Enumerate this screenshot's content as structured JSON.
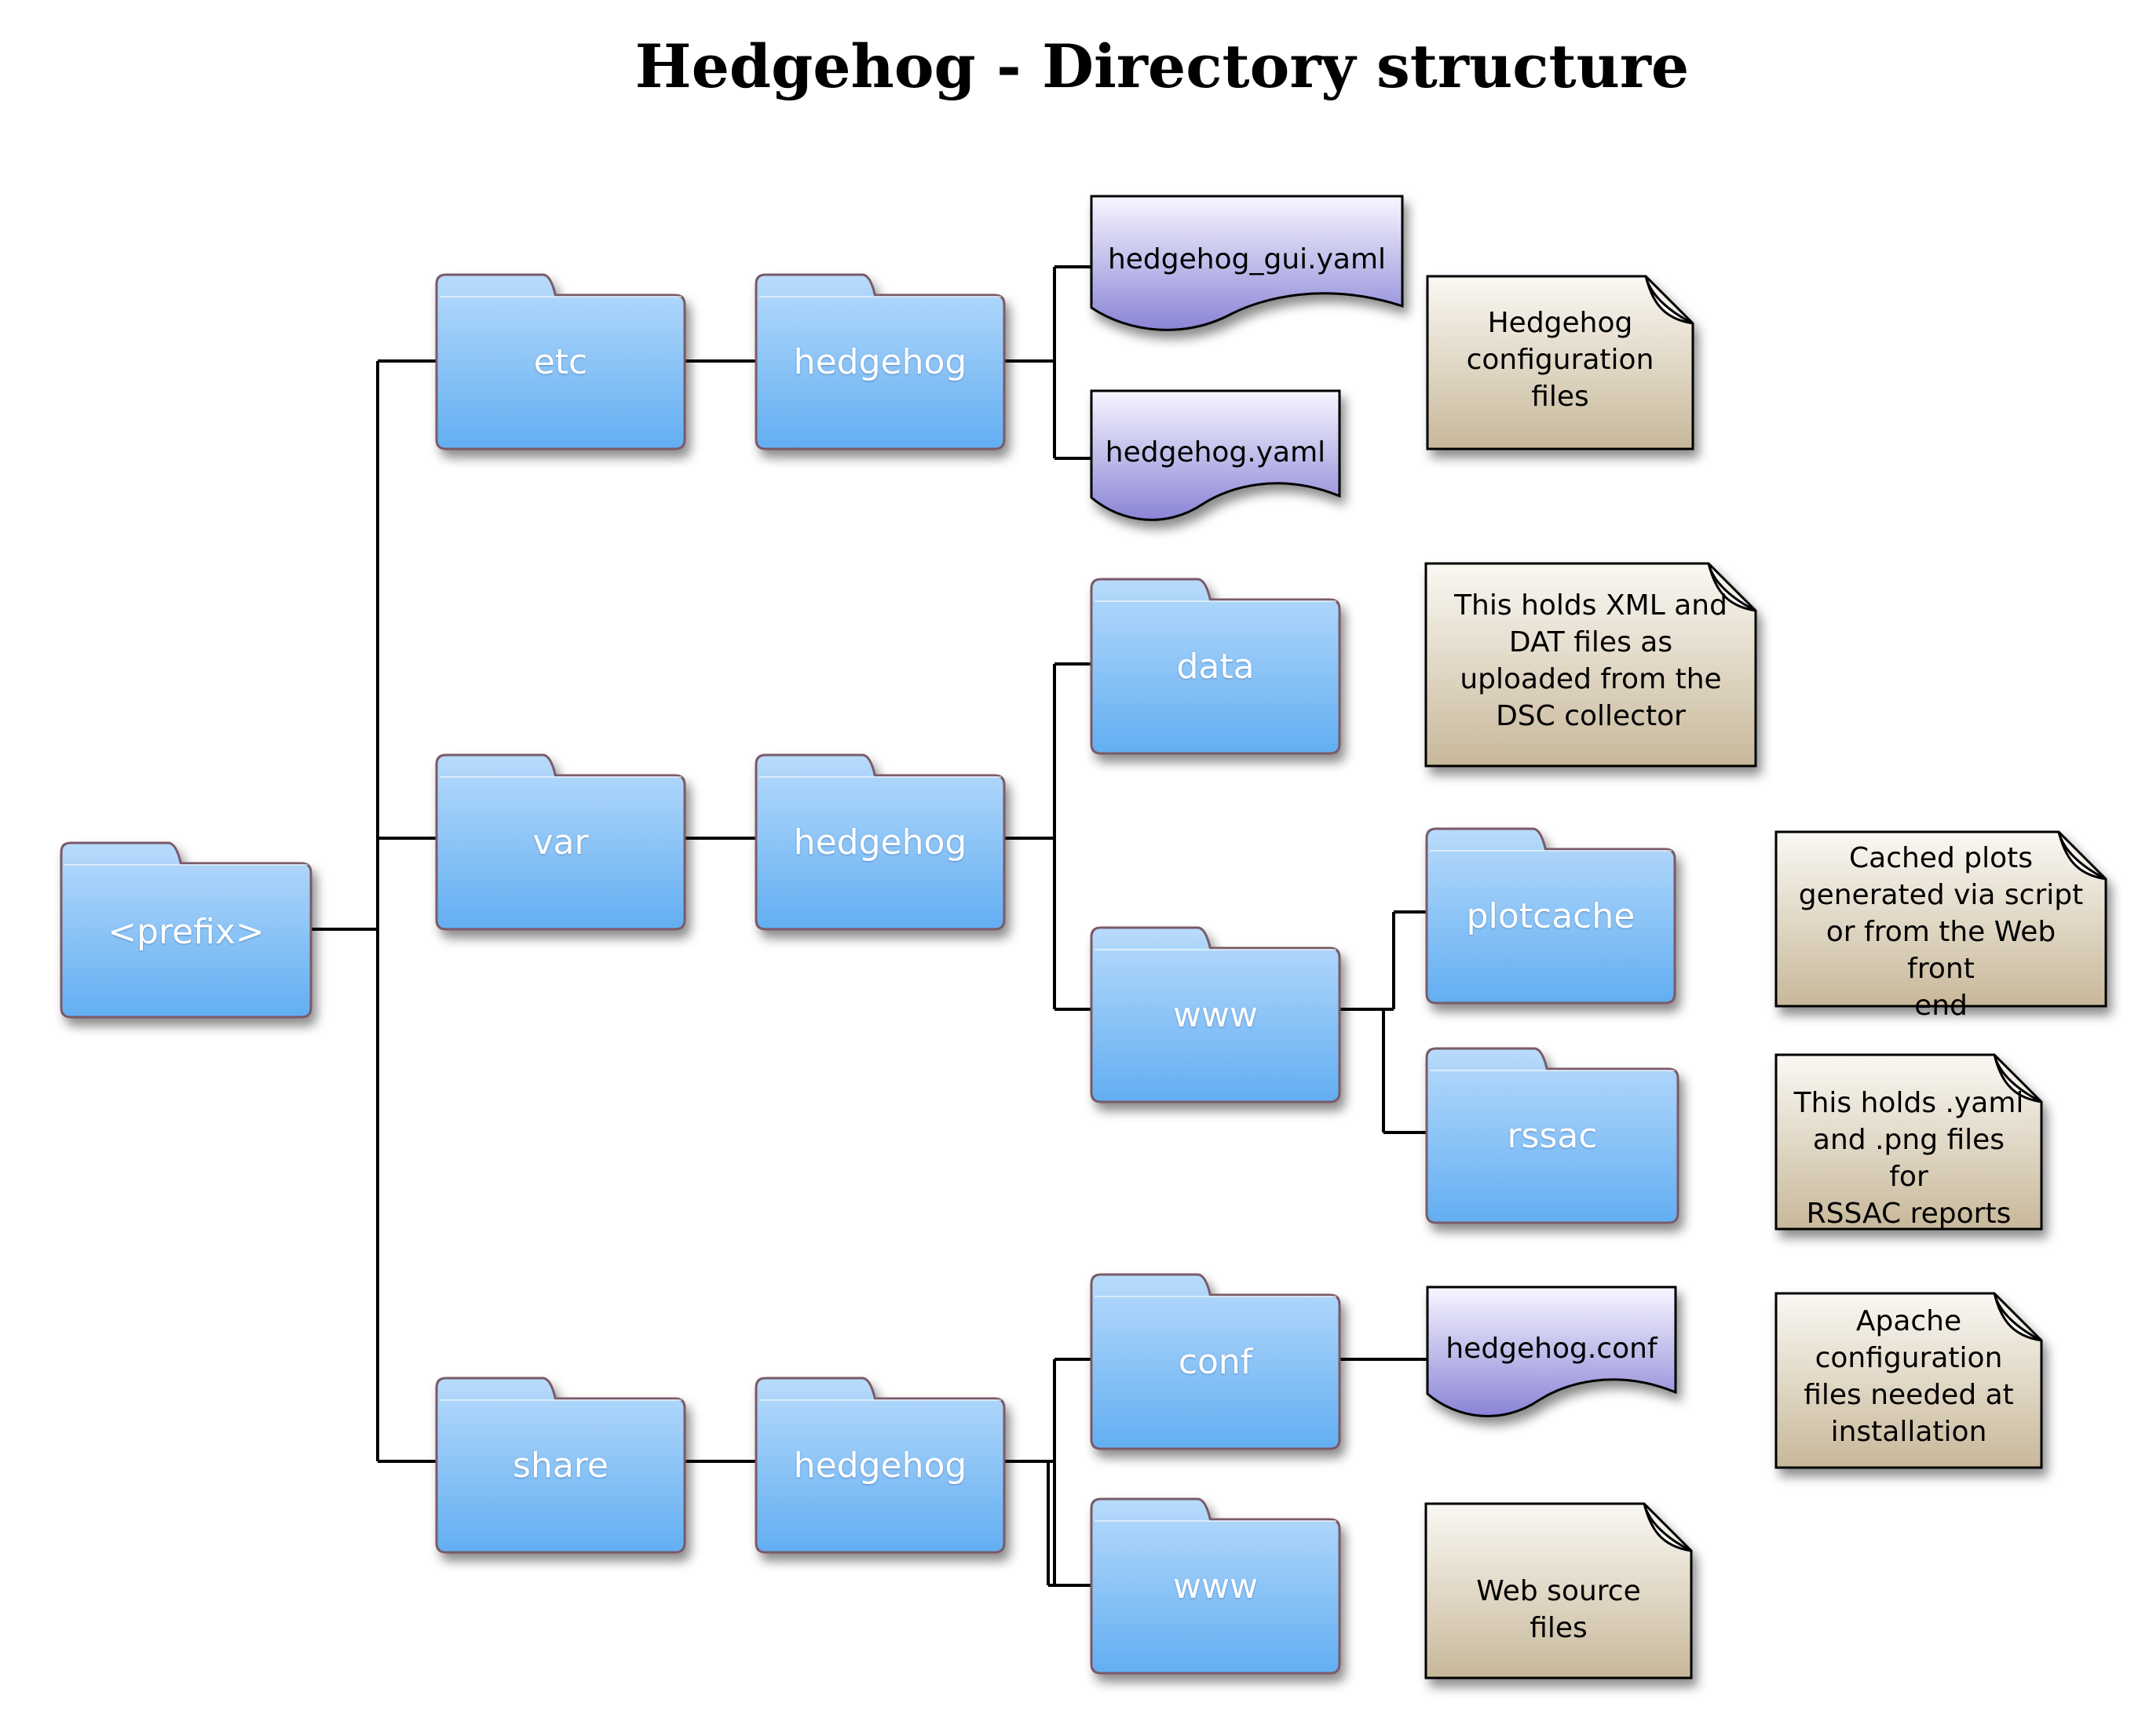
{
  "title": "Hedgehog - Directory structure",
  "colors": {
    "folder_top": "#b8dbfb",
    "folder_bottom": "#62aef2",
    "folder_stroke": "#7a5a68",
    "file_top": "#f7f6ff",
    "file_bottom": "#8a84d6",
    "note_top": "#faf8f3",
    "note_bottom": "#c8b89a",
    "line": "#000000"
  },
  "folders": {
    "prefix": "<prefix>",
    "etc": "etc",
    "etc_hedgehog": "hedgehog",
    "var": "var",
    "var_hedgehog": "hedgehog",
    "data": "data",
    "var_www": "www",
    "plotcache": "plotcache",
    "rssac": "rssac",
    "share": "share",
    "share_hedgehog": "hedgehog",
    "conf": "conf",
    "share_www": "www"
  },
  "files": {
    "gui_yaml": "hedgehog_gui.yaml",
    "yaml": "hedgehog.yaml",
    "conf": "hedgehog.conf"
  },
  "notes": {
    "config": [
      "Hedgehog",
      "configuration",
      "files"
    ],
    "data": [
      "This holds XML and",
      "DAT files as",
      "uploaded from the",
      "DSC collector"
    ],
    "plotcache": [
      "Cached plots",
      "generated via script",
      "or from the Web front",
      "end"
    ],
    "rssac": [
      "This holds .yaml",
      "and .png files for",
      "RSSAC reports"
    ],
    "apache": [
      "Apache",
      "configuration",
      "files needed at",
      "installation"
    ],
    "web": [
      "Web source files"
    ]
  }
}
